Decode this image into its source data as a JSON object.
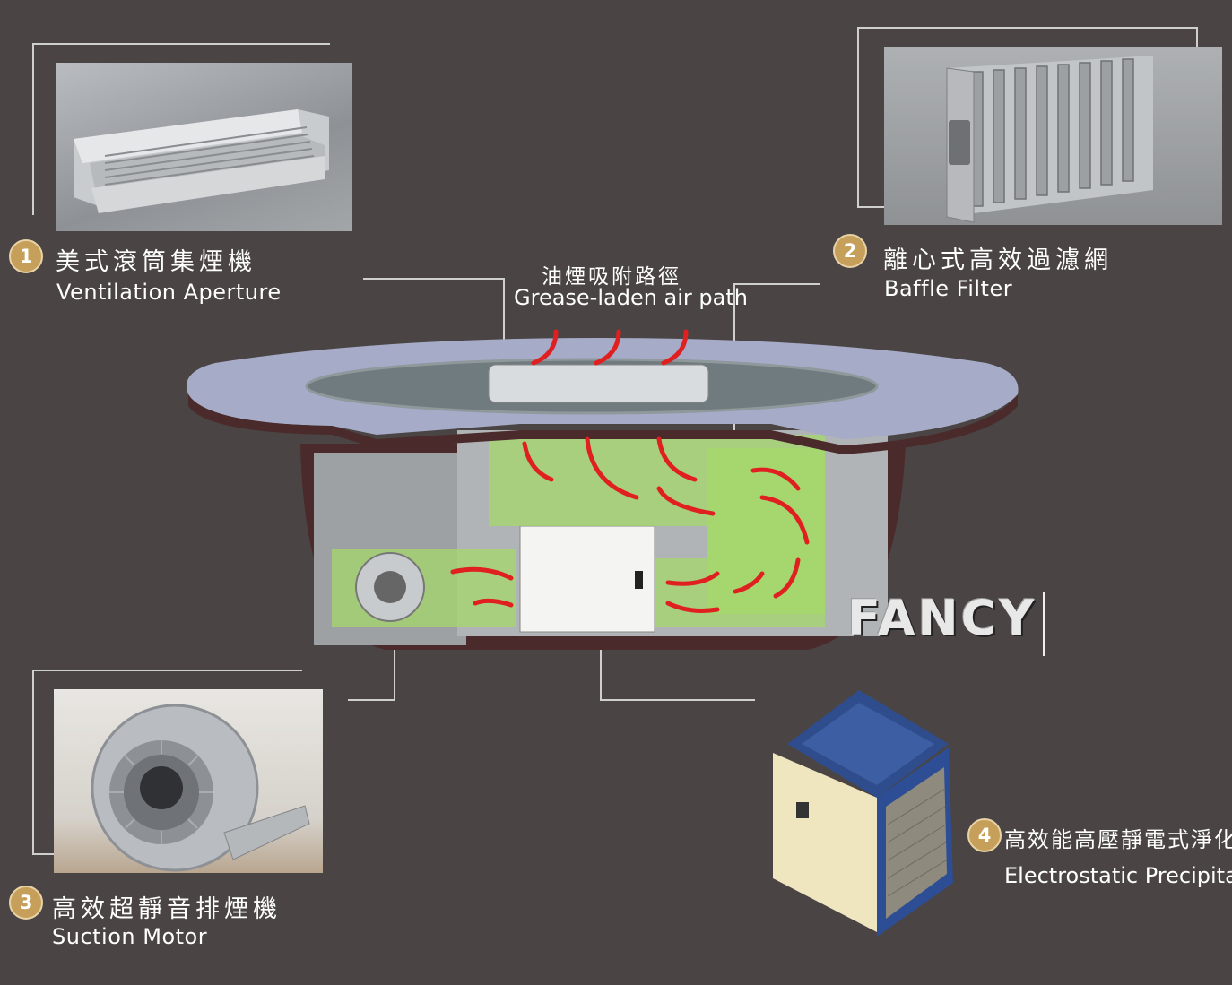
{
  "components": [
    {
      "number": "1",
      "name_zh": "美式滾筒集煙機",
      "name_en": "Ventilation Aperture",
      "icon": "ventilation-aperture-photo"
    },
    {
      "number": "2",
      "name_zh": "離心式高效過濾網",
      "name_en": "Baffle Filter",
      "icon": "baffle-filter-photo"
    },
    {
      "number": "3",
      "name_zh": "高效超靜音排煙機",
      "name_en": "Suction Motor",
      "icon": "suction-motor-photo"
    },
    {
      "number": "4",
      "name_zh": "高效能高壓靜電式淨化機",
      "name_en": "Electrostatic Precipitator",
      "icon": "electrostatic-precipitator-photo"
    }
  ],
  "airpath": {
    "label_zh": "油煙吸附路徑",
    "label_en": "Grease-laden air path"
  },
  "brand": "FANCY",
  "colors": {
    "background": "#4a4444",
    "badge": "#c6a05a",
    "arrow": "#e02020",
    "airflow_zone": "#a6d86a",
    "counter_top": "#a6abc8"
  }
}
